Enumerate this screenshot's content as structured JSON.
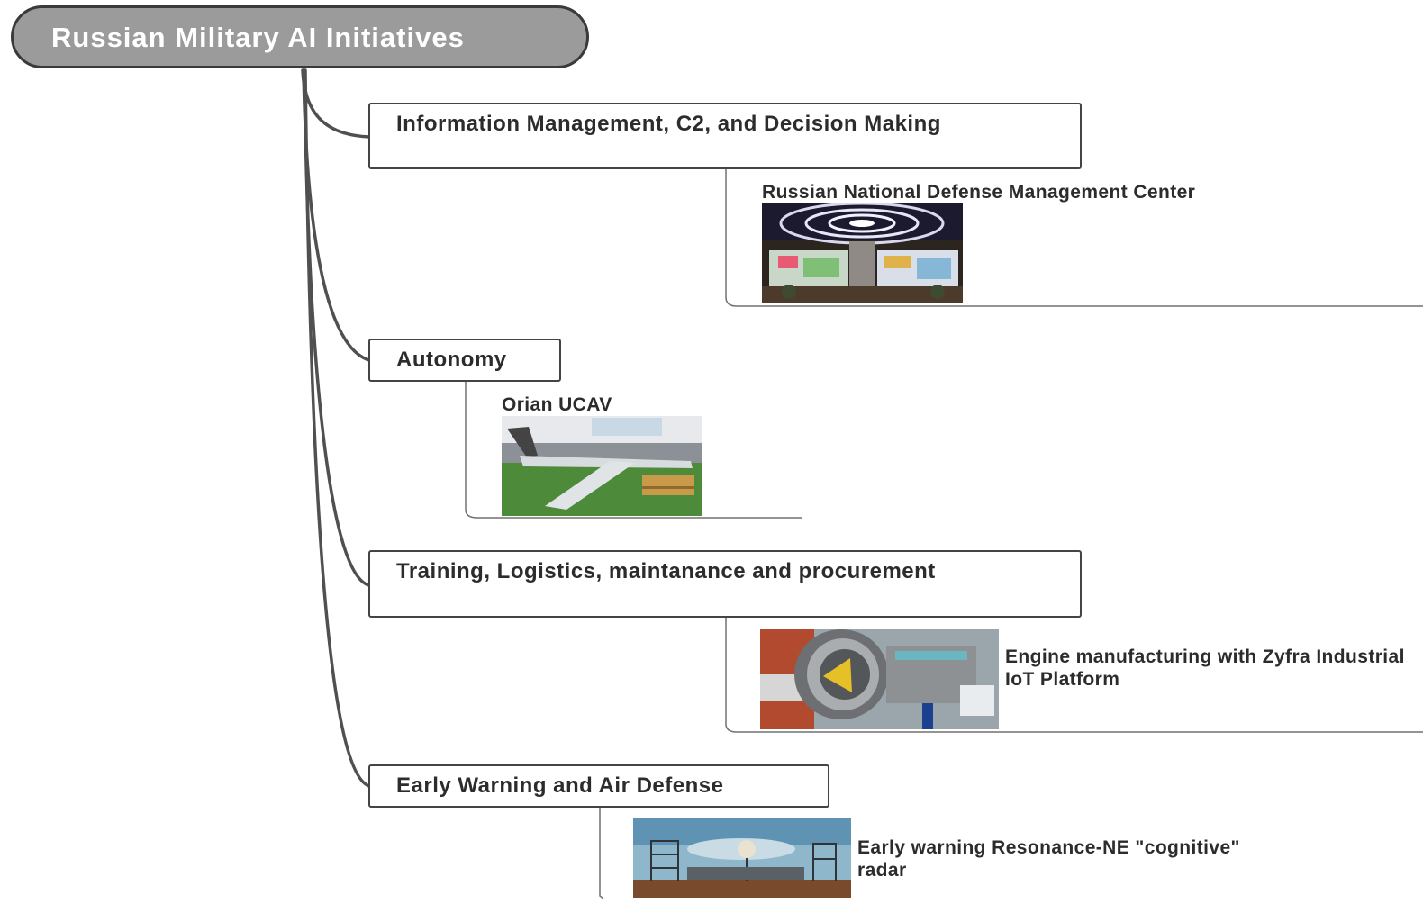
{
  "root": {
    "title": "Russian Military AI Initiatives"
  },
  "topics": [
    {
      "title": "Information Management, C2, and Decision Making",
      "item": {
        "label": "Russian National Defense Management Center",
        "image": "command-center-photo"
      }
    },
    {
      "title": "Autonomy",
      "item": {
        "label": "Orian UCAV",
        "image": "ucav-drone-photo"
      }
    },
    {
      "title": "Training, Logistics, maintanance and procurement",
      "item": {
        "label": "Engine manufacturing with Zyfra Industrial IoT Platform",
        "image": "jet-engine-photo"
      }
    },
    {
      "title": "Early Warning and Air Defense",
      "item": {
        "label": "Early warning Resonance-NE \"cognitive\" radar",
        "image": "radar-station-photo"
      }
    }
  ],
  "colors": {
    "root_fill": "#9b9b9b",
    "border": "#444444",
    "connector": "#555555"
  }
}
